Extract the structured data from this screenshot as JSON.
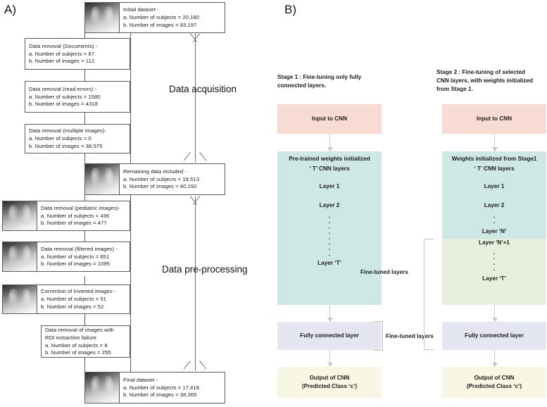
{
  "panelA": {
    "label": "A)",
    "phases": [
      {
        "name": "Data acquisition"
      },
      {
        "name": "Data pre-processing"
      }
    ],
    "boxes": [
      {
        "id": "initial-dataset",
        "has_thumb": true,
        "lines": [
          "Initial dataset -",
          "a. Number of subjects = 20,180",
          "b. Number of images = 83,197"
        ]
      },
      {
        "id": "removal-documents",
        "has_thumb": false,
        "lines": [
          "Data removal (Documents) -",
          "a. Number of subjects = 87",
          "b. Number of images = 112"
        ]
      },
      {
        "id": "removal-read-errors",
        "has_thumb": false,
        "lines": [
          "Data removal (read errors) -",
          "a. Number of subjects = 1580",
          "b. Number of images = 4318"
        ]
      },
      {
        "id": "removal-multiple-images",
        "has_thumb": false,
        "lines": [
          "Data removal (multiple images)-",
          "a. Number of subjects = 0",
          "b. Number of images = 38,575"
        ]
      },
      {
        "id": "remaining-data",
        "has_thumb": true,
        "lines": [
          "Remaining data included -",
          "a. Number of subjects = 18,513",
          "b. Number of images = 40,192"
        ]
      },
      {
        "id": "removal-pediatric",
        "has_thumb": true,
        "lines": [
          "Data removal (pediatric images)-",
          "a. Number of subjects = 436",
          "b. Number of images = 477"
        ]
      },
      {
        "id": "removal-filtered",
        "has_thumb": true,
        "lines": [
          "Data removal (filtered images) -",
          "a. Number of subjects = 651",
          "b. Number of images = 1095"
        ]
      },
      {
        "id": "correction-inverted",
        "has_thumb": true,
        "lines": [
          "Correction of Inverted images -",
          "a. Number of subjects = 51",
          "b. Number of images = 52"
        ]
      },
      {
        "id": "removal-roi-failure",
        "has_thumb": false,
        "lines": [
          "Data removal of images with",
          "ROI extraction failure",
          "a. Number of subjects = 8",
          "b. Number of images = 255"
        ]
      },
      {
        "id": "final-dataset",
        "has_thumb": true,
        "lines": [
          "Final dataset -",
          "a. Number of subjects = 17,418",
          "b. Number of images = 38,365"
        ]
      }
    ]
  },
  "panelB": {
    "label": "B)",
    "finetuned_label_1": "Fine-tuned layers",
    "finetuned_label_2": "Fine-tuned layers",
    "stage1": {
      "title": "Stage 1 : Fine-tuning only fully\nconnected layers.",
      "input": "Input to CNN",
      "cnn_header_1": "Pre-trained weights initialized",
      "cnn_header_2": "‘ T’   CNN layers",
      "layer_1": "Layer 1",
      "layer_2": "Layer 2",
      "layer_last": "Layer ‘T’",
      "fc": "Fully connected layer",
      "output": "Output of CNN\n(Predicted Class ‘c’)"
    },
    "stage2": {
      "title": "Stage 2 : Fine-tuning of selected\nCNN layers, with weights initialized\nfrom Stage 1.",
      "input": "Input to CNN",
      "cnn_header_1": "Weights initialized from Stage1",
      "cnn_header_2": "‘ T’   CNN layers",
      "layer_1": "Layer 1",
      "layer_2": "Layer 2",
      "layer_n": "Layer ‘N’",
      "layer_n_plus_1": "Layer ‘N’+1",
      "layer_last": "Layer ‘T’",
      "fc": "Fully connected layer",
      "output": "Output of CNN\n(Predicted Class ‘c’)"
    }
  },
  "colors": {
    "input_box": "#f8dcd4",
    "cnn_box": "#cee9e5",
    "cnn_box_finetuned": "#e7efdd",
    "fc_box": "#e4e6f2",
    "output_box": "#f7f7e3",
    "line": "#595959"
  }
}
